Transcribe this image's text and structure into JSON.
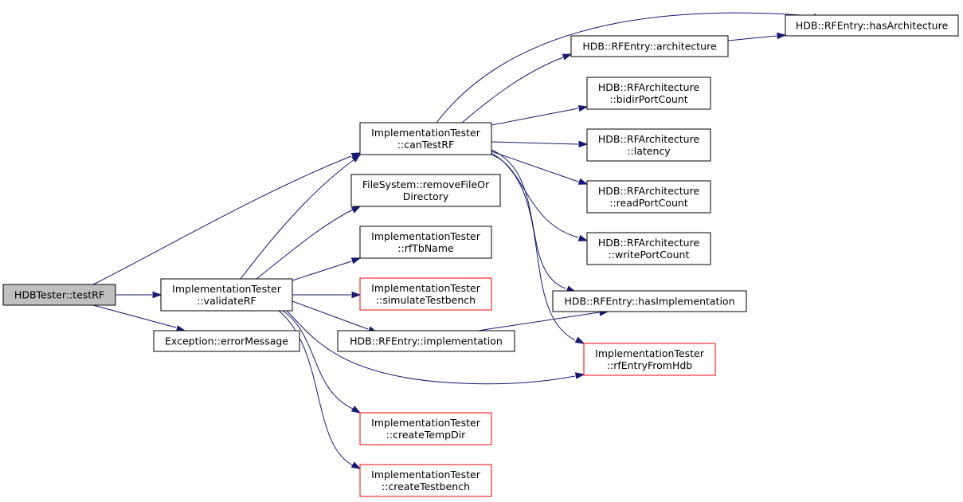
{
  "colors": {
    "edge": "#191970",
    "root_fill": "#bfbfbf",
    "red_border": "#ff0000",
    "border": "#000000"
  },
  "nodes": {
    "testrf": {
      "lines": [
        "HDBTester::testRF"
      ],
      "style": "root"
    },
    "validaterf": {
      "lines": [
        "ImplementationTester",
        "::validateRF"
      ],
      "style": "normal"
    },
    "errormessage": {
      "lines": [
        "Exception::errorMessage"
      ],
      "style": "normal"
    },
    "cantestrf": {
      "lines": [
        "ImplementationTester",
        "::canTestRF"
      ],
      "style": "normal"
    },
    "removefile": {
      "lines": [
        "FileSystem::removeFileOr",
        "Directory"
      ],
      "style": "normal"
    },
    "rftbname": {
      "lines": [
        "ImplementationTester",
        "::rfTbName"
      ],
      "style": "normal"
    },
    "simulatetestbench": {
      "lines": [
        "ImplementationTester",
        "::simulateTestbench"
      ],
      "style": "red"
    },
    "implementation": {
      "lines": [
        "HDB::RFEntry::implementation"
      ],
      "style": "normal"
    },
    "createtempdir": {
      "lines": [
        "ImplementationTester",
        "::createTempDir"
      ],
      "style": "red"
    },
    "createtestbench": {
      "lines": [
        "ImplementationTester",
        "::createTestbench"
      ],
      "style": "red"
    },
    "architecture": {
      "lines": [
        "HDB::RFEntry::architecture"
      ],
      "style": "normal"
    },
    "bidirportcount": {
      "lines": [
        "HDB::RFArchitecture",
        "::bidirPortCount"
      ],
      "style": "normal"
    },
    "latency": {
      "lines": [
        "HDB::RFArchitecture",
        "::latency"
      ],
      "style": "normal"
    },
    "readportcount": {
      "lines": [
        "HDB::RFArchitecture",
        "::readPortCount"
      ],
      "style": "normal"
    },
    "writeportcount": {
      "lines": [
        "HDB::RFArchitecture",
        "::writePortCount"
      ],
      "style": "normal"
    },
    "hasimplementation": {
      "lines": [
        "HDB::RFEntry::hasImplementation"
      ],
      "style": "normal"
    },
    "rfentryfromhdb": {
      "lines": [
        "ImplementationTester",
        "::rfEntryFromHdb"
      ],
      "style": "red"
    },
    "hasarchitecture": {
      "lines": [
        "HDB::RFEntry::hasArchitecture"
      ],
      "style": "normal"
    }
  },
  "edges": [
    [
      "testrf",
      "validaterf"
    ],
    [
      "testrf",
      "errormessage"
    ],
    [
      "testrf",
      "cantestrf"
    ],
    [
      "validaterf",
      "cantestrf"
    ],
    [
      "validaterf",
      "removefile"
    ],
    [
      "validaterf",
      "rftbname"
    ],
    [
      "validaterf",
      "simulatetestbench"
    ],
    [
      "validaterf",
      "implementation"
    ],
    [
      "validaterf",
      "rfentryfromhdb"
    ],
    [
      "validaterf",
      "createtempdir"
    ],
    [
      "validaterf",
      "createtestbench"
    ],
    [
      "cantestrf",
      "hasarchitecture"
    ],
    [
      "cantestrf",
      "architecture"
    ],
    [
      "cantestrf",
      "bidirportcount"
    ],
    [
      "cantestrf",
      "latency"
    ],
    [
      "cantestrf",
      "readportcount"
    ],
    [
      "cantestrf",
      "writeportcount"
    ],
    [
      "cantestrf",
      "hasimplementation"
    ],
    [
      "cantestrf",
      "rfentryfromhdb"
    ],
    [
      "architecture",
      "hasarchitecture"
    ],
    [
      "implementation",
      "hasimplementation"
    ]
  ]
}
